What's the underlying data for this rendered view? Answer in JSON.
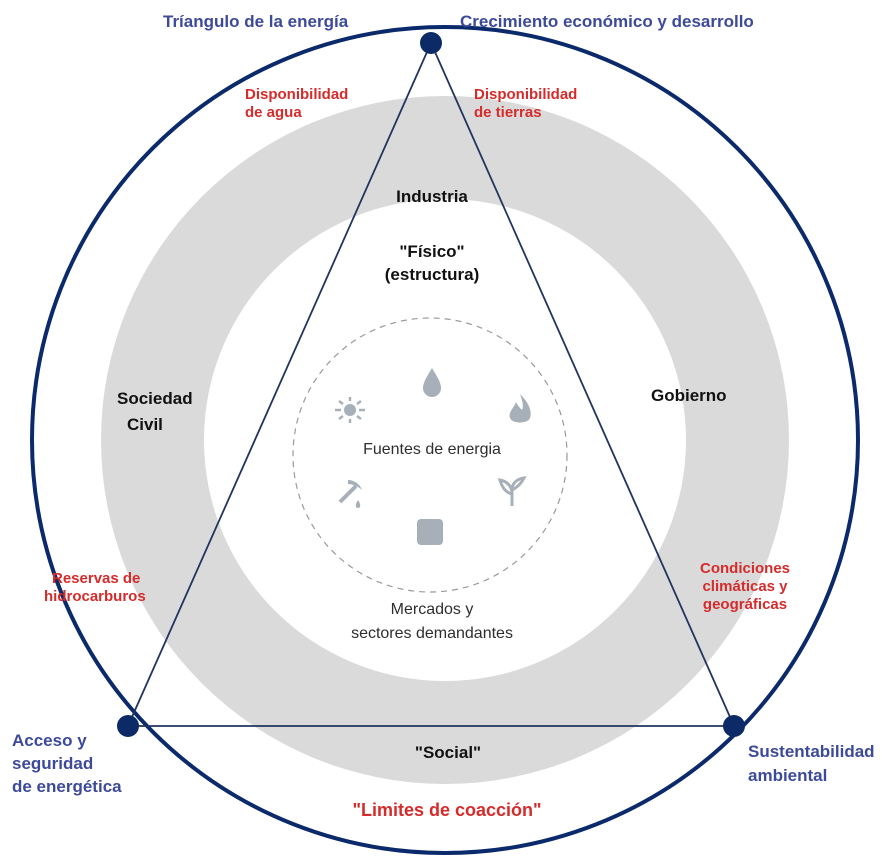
{
  "colors": {
    "outer_ring": "#0b2a6b",
    "triangle": "#22345f",
    "node": "#0c2a66",
    "gray_ring": "#dadada",
    "inner_fill": "#ffffff",
    "icon": "#a7b0b8",
    "blue_text": "#3d4a9a",
    "red_text": "#d52b2b"
  },
  "vertices": {
    "top": {
      "label": "Crecimiento económico y desarrollo"
    },
    "left": {
      "lines": [
        "Acceso y",
        "seguridad",
        "de energética"
      ]
    },
    "right": {
      "lines": [
        "Sustentabilidad",
        "ambiental"
      ]
    }
  },
  "title": "Tríangulo de la energía",
  "constraints": {
    "water": {
      "lines": [
        "Disponibilidad",
        "de agua"
      ]
    },
    "land": {
      "lines": [
        "Disponibilidad",
        "de tierras"
      ]
    },
    "hydrocarbons": {
      "lines": [
        "Reservas de",
        "hidrocarburos"
      ]
    },
    "climate": {
      "lines": [
        "Condiciones",
        "climáticas y",
        "geográficas"
      ]
    },
    "bottom": "\"Limites de coacción\""
  },
  "ring": {
    "industria": "Industria",
    "sociedad": {
      "lines": [
        "Sociedad",
        "Civil"
      ]
    },
    "gobierno": "Gobierno",
    "social": "\"Social\""
  },
  "inner": {
    "fisico": {
      "lines": [
        "\"Físico\"",
        "(estructura)"
      ]
    },
    "fuentes": "Fuentes de energia",
    "mercados": {
      "lines": [
        "Mercados y",
        "sectores demandantes"
      ]
    }
  },
  "icons": [
    "water-drop-icon",
    "flame-icon",
    "plant-icon",
    "uranium-icon",
    "mining-icon",
    "sun-icon"
  ]
}
